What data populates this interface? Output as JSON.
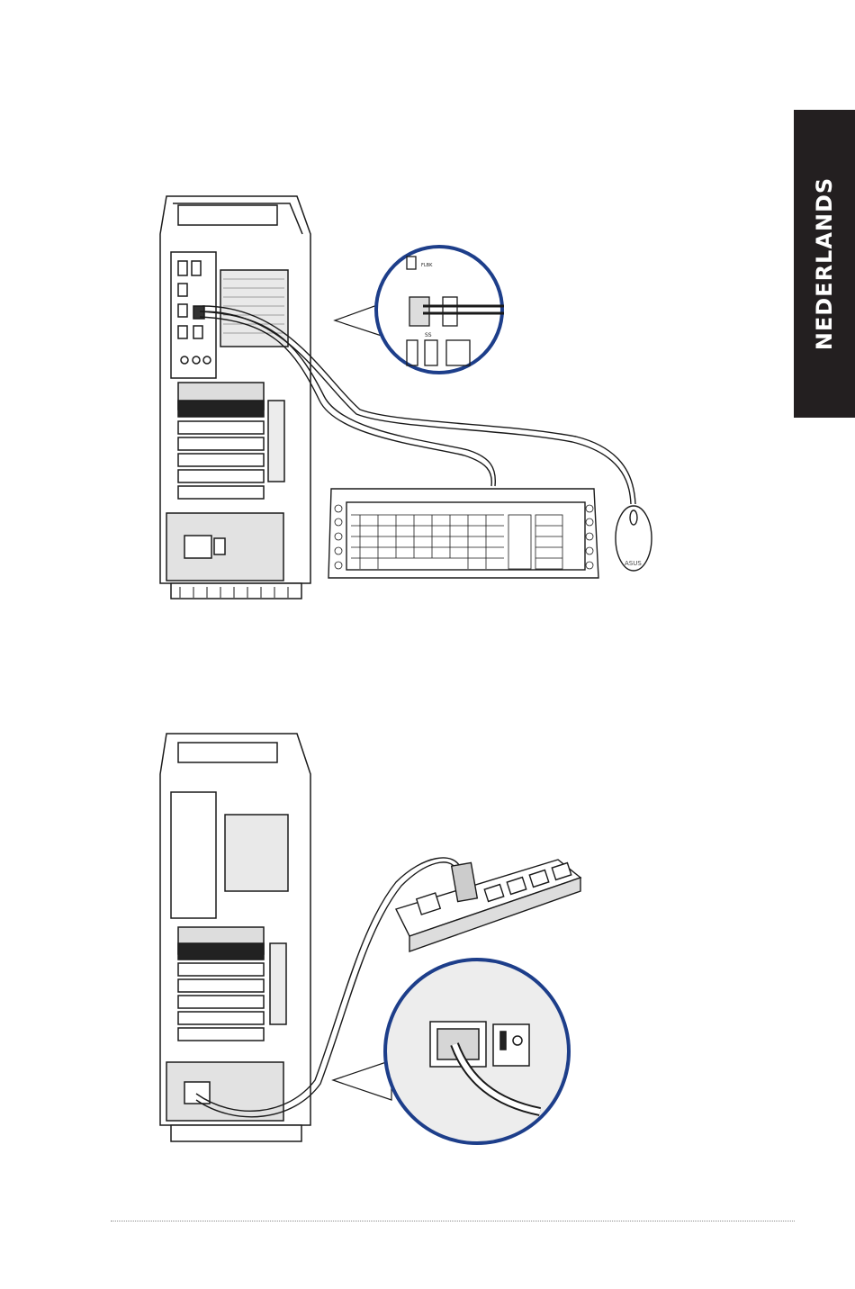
{
  "page": {
    "language_tab": "NEDERLANDS",
    "footer_logo": "",
    "footer_page_number": ""
  },
  "figure1": {
    "port_labels": [
      "FLBK",
      "SS"
    ],
    "brand_on_mouse": "ASUS"
  },
  "colors": {
    "callout_ring": "#1d3e8a",
    "tab_background": "#231f20",
    "line_art": "#1a1a1a"
  },
  "icons": [
    "desktop-tower-icon",
    "keyboard-icon",
    "mouse-icon",
    "usb-port-icon",
    "power-strip-icon",
    "power-socket-icon"
  ]
}
